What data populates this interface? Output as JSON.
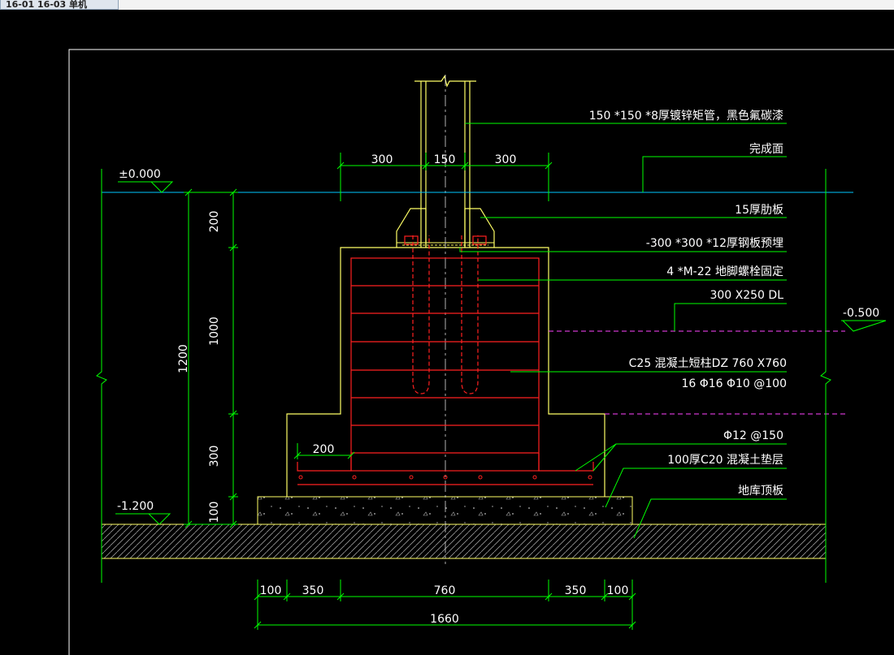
{
  "tab": {
    "label": "16-01 16-03 单机"
  },
  "colors": {
    "background": "#000000",
    "dimension": "#00ff00",
    "outline": "#ffff66",
    "rebar": "#ff2020",
    "grade_line": "#00c8ff",
    "level_line": "#ff44ff",
    "text": "#ffffff",
    "frame": "#ffffff"
  },
  "labels": {
    "tube": "150 *150 *8厚镀锌矩管，黑色氟碳漆",
    "finish": "完成面",
    "rib_plate": "15厚肋板",
    "steel_plate": "-300 *300 *12厚钢板预埋",
    "anchor_bolt": "4 *M-22 地脚螺栓固定",
    "beam": "300 X250  DL",
    "column": "C25 混凝土短柱DZ  760 X760",
    "column_rebar": "16 Φ16     Φ10 @100",
    "bottom_rebar": "Φ12 @150",
    "cushion": "100厚C20 混凝土垫层",
    "slab": "地库顶板"
  },
  "levels": {
    "top": "±0.000",
    "mid": "-0.500",
    "bottom": "-1.200"
  },
  "dimensions": {
    "top_left": "300",
    "top_mid": "150",
    "top_right": "300",
    "v_200": "200",
    "v_1000": "1000",
    "v_300": "300",
    "v_100": "100",
    "v_total": "1200",
    "step": "200",
    "b_100a": "100",
    "b_350a": "350",
    "b_760": "760",
    "b_350b": "350",
    "b_100b": "100",
    "b_total": "1660"
  }
}
